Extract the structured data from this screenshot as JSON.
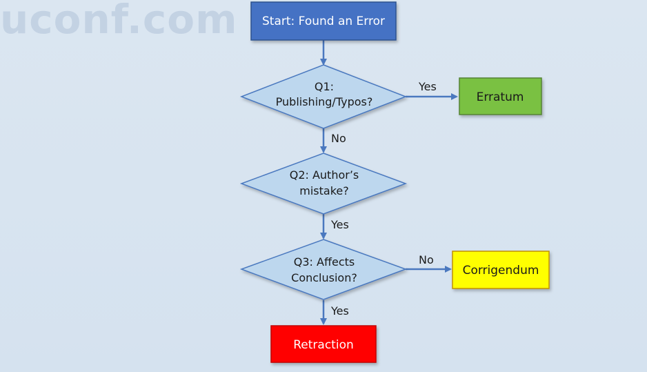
{
  "watermark": "uconf.com",
  "nodes": {
    "start": {
      "label": "Start: Found an Error",
      "fill": "#4472c4",
      "text_color": "#ffffff"
    },
    "q1": {
      "line1": "Q1:",
      "line2": "Publishing/Typos?",
      "fill": "#bdd7ee"
    },
    "erratum": {
      "label": "Erratum",
      "fill": "#7ac143",
      "text_color": "#1a1a1a"
    },
    "q2": {
      "line1": "Q2: Author’s",
      "line2": "mistake?",
      "fill": "#bdd7ee"
    },
    "q3": {
      "line1": "Q3: Affects",
      "line2": "Conclusion?",
      "fill": "#bdd7ee"
    },
    "corrigendum": {
      "label": "Corrigendum",
      "fill": "#ffff00",
      "text_color": "#1a1a1a"
    },
    "retraction": {
      "label": "Retraction",
      "fill": "#ff0000",
      "text_color": "#ffffff"
    }
  },
  "edges": {
    "q1_yes": "Yes",
    "q1_no": "No",
    "q2_yes": "Yes",
    "q3_no": "No",
    "q3_yes": "Yes"
  },
  "colors": {
    "connector": "#4a78bf",
    "diamond_stroke": "#4a78bf"
  }
}
